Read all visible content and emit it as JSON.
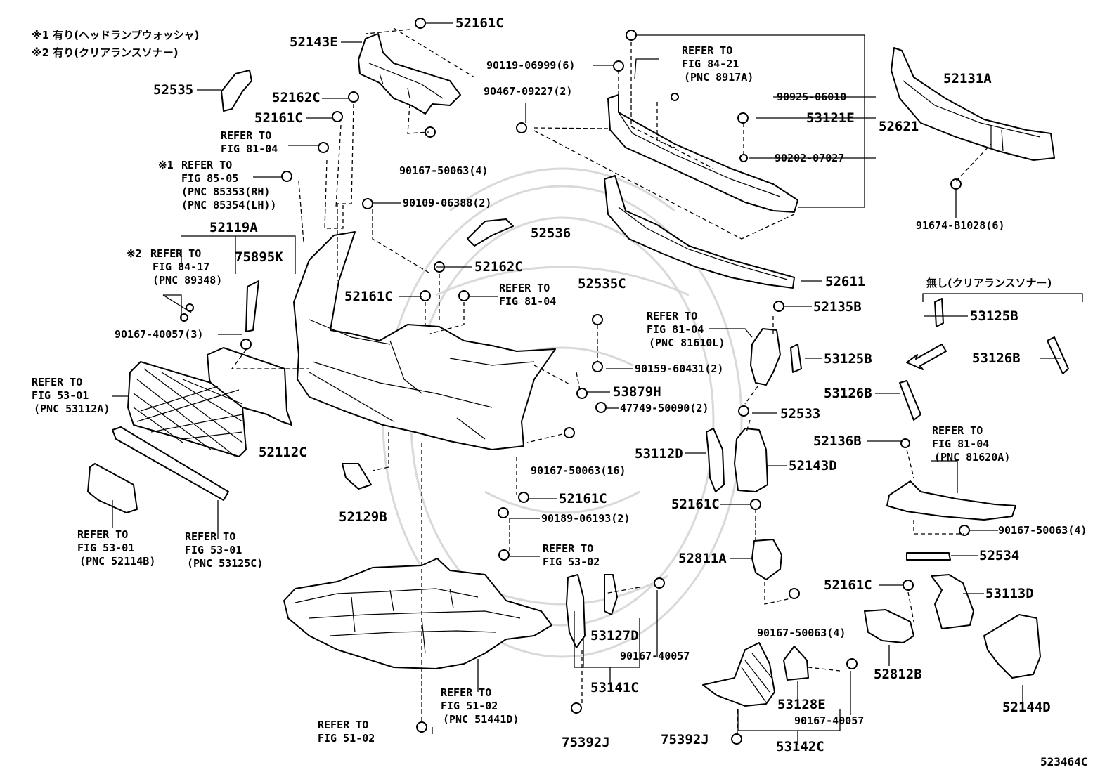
{
  "notes": [
    "※1 有り(ヘッドランプウォッシャ)",
    "※2 有り(クリアランスソナー)"
  ],
  "section_note": "無し(クリアランスソナー)",
  "figure_id": "523464C",
  "labels": {
    "p52161C_a": "52161C",
    "p52143E": "52143E",
    "p52535": "52535",
    "p52162C_a": "52162C",
    "p52161C_b": "52161C",
    "ref_81_04_a_1": "REFER TO",
    "ref_81_04_a_2": "FIG 81-04",
    "ref_85_05_1": "REFER TO",
    "ref_85_05_mark": "※1",
    "ref_85_05_2": "FIG 85-05",
    "ref_85_05_3": "(PNC 85353(RH)",
    "ref_85_05_4": "(PNC 85354(LH))",
    "p90167_50063_4a": "90167-50063(4)",
    "p90109_06388": "90109-06388(2)",
    "p52119A": "52119A",
    "p75895K": "75895K",
    "ref_84_17_mark": "※2",
    "ref_84_17_1": "REFER TO",
    "ref_84_17_2": "FIG 84-17",
    "ref_84_17_3": "(PNC 89348)",
    "p52536": "52536",
    "p52162C_b": "52162C",
    "p52161C_c": "52161C",
    "ref_81_04_b_1": "REFER TO",
    "ref_81_04_b_2": "FIG 81-04",
    "p90167_40057_3": "90167-40057(3)",
    "ref_53_01_a_1": "REFER TO",
    "ref_53_01_a_2": "FIG 53-01",
    "ref_53_01_a_3": "(PNC 53112A)",
    "p52112C": "52112C",
    "p52129B": "52129B",
    "ref_53_01_b_1": "REFER TO",
    "ref_53_01_b_2": "FIG 53-01",
    "ref_53_01_b_3": "(PNC 52114B)",
    "ref_53_01_c_1": "REFER TO",
    "ref_53_01_c_2": "FIG 53-01",
    "ref_53_01_c_3": "(PNC 53125C)",
    "p90119_06999": "90119-06999(6)",
    "p90467_09227": "90467-09227(2)",
    "ref_84_21_1": "REFER TO",
    "ref_84_21_2": "FIG 84-21",
    "ref_84_21_3": "(PNC 8917A)",
    "p90925_06010": "90925-06010",
    "p53121E": "53121E",
    "p52621": "52621",
    "p90202_07027": "90202-07027",
    "p52131A": "52131A",
    "p91674_B1028": "91674-B1028(6)",
    "p52611": "52611",
    "p52535C": "52535C",
    "p90159_60431": "90159-60431(2)",
    "p53879H": "53879H",
    "p47749_50090": "47749-50090(2)",
    "ref_81_04_c_1": "REFER TO",
    "ref_81_04_c_2": "FIG 81-04",
    "ref_81_04_c_3": "(PNC 81610L)",
    "p52135B": "52135B",
    "p53125B_a": "53125B",
    "p53125B_b": "53125B",
    "p53126B_a": "53126B",
    "p53126B_b": "53126B",
    "p52533": "52533",
    "p53112D": "53112D",
    "p52143D": "52143D",
    "p52136B": "52136B",
    "ref_81_04_d_1": "REFER TO",
    "ref_81_04_d_2": "FIG 81-04",
    "ref_81_04_d_3": "(PNC 81620A)",
    "p90167_50063_16": "90167-50063(16)",
    "p52161C_d": "52161C",
    "p90189_06193": "90189-06193(2)",
    "ref_53_02_1": "REFER TO",
    "ref_53_02_2": "FIG 53-02",
    "p52161C_e": "52161C",
    "p52811A": "52811A",
    "p90167_50063_4b": "90167-50063(4)",
    "p52534": "52534",
    "p52161C_f": "52161C",
    "p53113D": "53113D",
    "p90167_50063_4c": "90167-50063(4)",
    "p53127D": "53127D",
    "p90167_40057_a": "90167-40057",
    "p53141C": "53141C",
    "ref_51_02_a_1": "REFER TO",
    "ref_51_02_a_2": "FIG 51-02",
    "ref_51_02_a_3": "(PNC 51441D)",
    "ref_51_02_b_1": "REFER TO",
    "ref_51_02_b_2": "FIG 51-02",
    "p75392J_a": "75392J",
    "p75392J_b": "75392J",
    "p53128E": "53128E",
    "p90167_40057_b": "90167-40057",
    "p53142C": "53142C",
    "p52812B": "52812B",
    "p52144D": "52144D"
  }
}
